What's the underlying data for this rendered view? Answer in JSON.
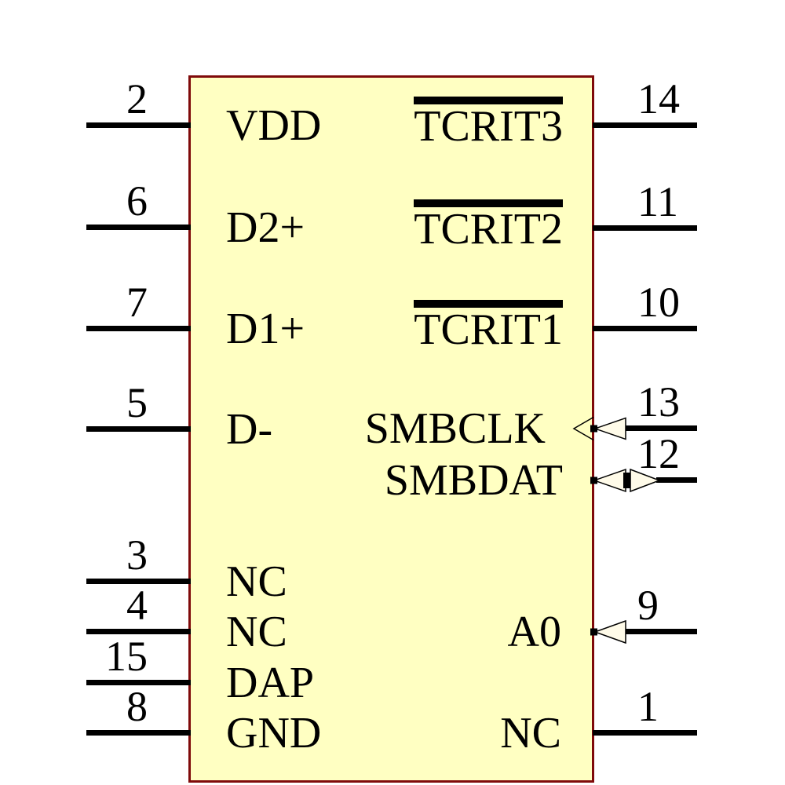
{
  "component": {
    "kind": "schematic-ic-symbol",
    "body_fill": "#FFFFC2",
    "border_color": "#7F0A0A",
    "arrow_fill": "#FFFBE9",
    "wire_color": "#000000"
  },
  "pins": {
    "left": [
      {
        "number": "2",
        "label": "VDD"
      },
      {
        "number": "6",
        "label": "D2+"
      },
      {
        "number": "7",
        "label": "D1+"
      },
      {
        "number": "5",
        "label": "D-"
      },
      {
        "number": "3",
        "label": "NC"
      },
      {
        "number": "4",
        "label": "NC"
      },
      {
        "number": "15",
        "label": "DAP"
      },
      {
        "number": "8",
        "label": "GND"
      }
    ],
    "right": [
      {
        "number": "14",
        "label": "TCRIT3",
        "overline": true
      },
      {
        "number": "11",
        "label": "TCRIT2",
        "overline": true
      },
      {
        "number": "10",
        "label": "TCRIT1",
        "overline": true
      },
      {
        "number": "13",
        "label": "SMBCLK",
        "direction": "input"
      },
      {
        "number": "12",
        "label": "SMBDAT",
        "direction": "bidirectional"
      },
      {
        "number": "9",
        "label": "A0",
        "direction": "input"
      },
      {
        "number": "1",
        "label": "NC"
      }
    ]
  }
}
